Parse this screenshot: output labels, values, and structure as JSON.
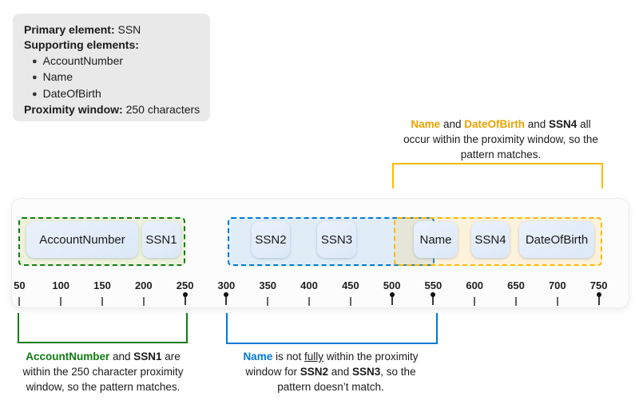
{
  "colors": {
    "green": "#107C10",
    "blue": "#0078D4",
    "gold_line": "#FFB900",
    "gold_text": "#EDA200",
    "chip_fill": "#DEE9F8",
    "info_box_bg": "#E9E9E9"
  },
  "info_box": {
    "lines": [
      {
        "segments": [
          {
            "t": "Primary element:",
            "s": "b"
          },
          {
            "t": " SSN"
          }
        ]
      },
      {
        "segments": [
          {
            "t": "Supporting elements:",
            "s": "b"
          }
        ]
      },
      {
        "bullet": true,
        "segments": [
          {
            "t": "AccountNumber"
          }
        ]
      },
      {
        "bullet": true,
        "segments": [
          {
            "t": "Name"
          }
        ]
      },
      {
        "bullet": true,
        "segments": [
          {
            "t": "DateOfBirth"
          }
        ]
      },
      {
        "segments": [
          {
            "t": "Proximity window:",
            "s": "b"
          },
          {
            "t": " 250 characters"
          }
        ]
      }
    ]
  },
  "band": {
    "elements": [
      {
        "label": "AccountNumber"
      },
      {
        "label": "SSN1"
      },
      {
        "label": "SSN2"
      },
      {
        "label": "SSN3"
      },
      {
        "label": "Name"
      },
      {
        "label": "SSN4"
      },
      {
        "label": "DateOfBirth"
      }
    ]
  },
  "ruler": {
    "ticks": [
      {
        "value": "50"
      },
      {
        "value": "100"
      },
      {
        "value": "150"
      },
      {
        "value": "200"
      },
      {
        "value": "250",
        "pin": true
      },
      {
        "value": "300",
        "pin": true
      },
      {
        "value": "350"
      },
      {
        "value": "400"
      },
      {
        "value": "450"
      },
      {
        "value": "500",
        "pin": true
      },
      {
        "value": "550",
        "pin": true
      },
      {
        "value": "600"
      },
      {
        "value": "650"
      },
      {
        "value": "700"
      },
      {
        "value": "750",
        "pin": true
      }
    ]
  },
  "captions": {
    "gold": {
      "lines": [
        {
          "segments": [
            {
              "t": "Name",
              "s": "gold"
            },
            {
              "t": " and "
            },
            {
              "t": "DateOfBirth",
              "s": "gold"
            },
            {
              "t": " and "
            },
            {
              "t": "SSN4",
              "s": "b"
            },
            {
              "t": " all"
            }
          ]
        },
        {
          "segments": [
            {
              "t": "occur within the proximity window, so the"
            }
          ]
        },
        {
          "segments": [
            {
              "t": "pattern matches."
            }
          ]
        }
      ]
    },
    "green": {
      "lines": [
        {
          "segments": [
            {
              "t": "AccountNumber",
              "s": "green"
            },
            {
              "t": " and "
            },
            {
              "t": "SSN1",
              "s": "b"
            },
            {
              "t": " are"
            }
          ]
        },
        {
          "segments": [
            {
              "t": "within the 250 character proximity"
            }
          ]
        },
        {
          "segments": [
            {
              "t": "window, so the pattern matches."
            }
          ]
        }
      ]
    },
    "blue": {
      "lines": [
        {
          "segments": [
            {
              "t": "Name",
              "s": "blue"
            },
            {
              "t": " is not "
            },
            {
              "t": "fully",
              "s": "u"
            },
            {
              "t": " within the proximity"
            }
          ]
        },
        {
          "segments": [
            {
              "t": "window for "
            },
            {
              "t": "SSN2",
              "s": "b"
            },
            {
              "t": " and "
            },
            {
              "t": "SSN3",
              "s": "b"
            },
            {
              "t": ", so the"
            }
          ]
        },
        {
          "segments": [
            {
              "t": "pattern doesn’t match."
            }
          ]
        }
      ]
    }
  }
}
